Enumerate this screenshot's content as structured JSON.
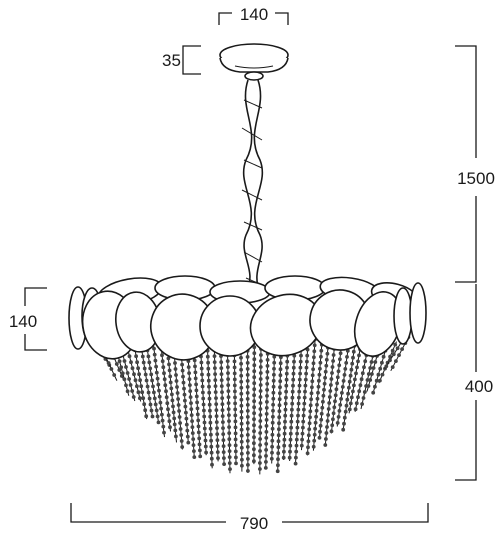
{
  "dimensions": {
    "canopy_width": "140",
    "canopy_height": "35",
    "overall_height": "1500",
    "shade_height": "140",
    "body_height": "400",
    "overall_width": "790"
  }
}
